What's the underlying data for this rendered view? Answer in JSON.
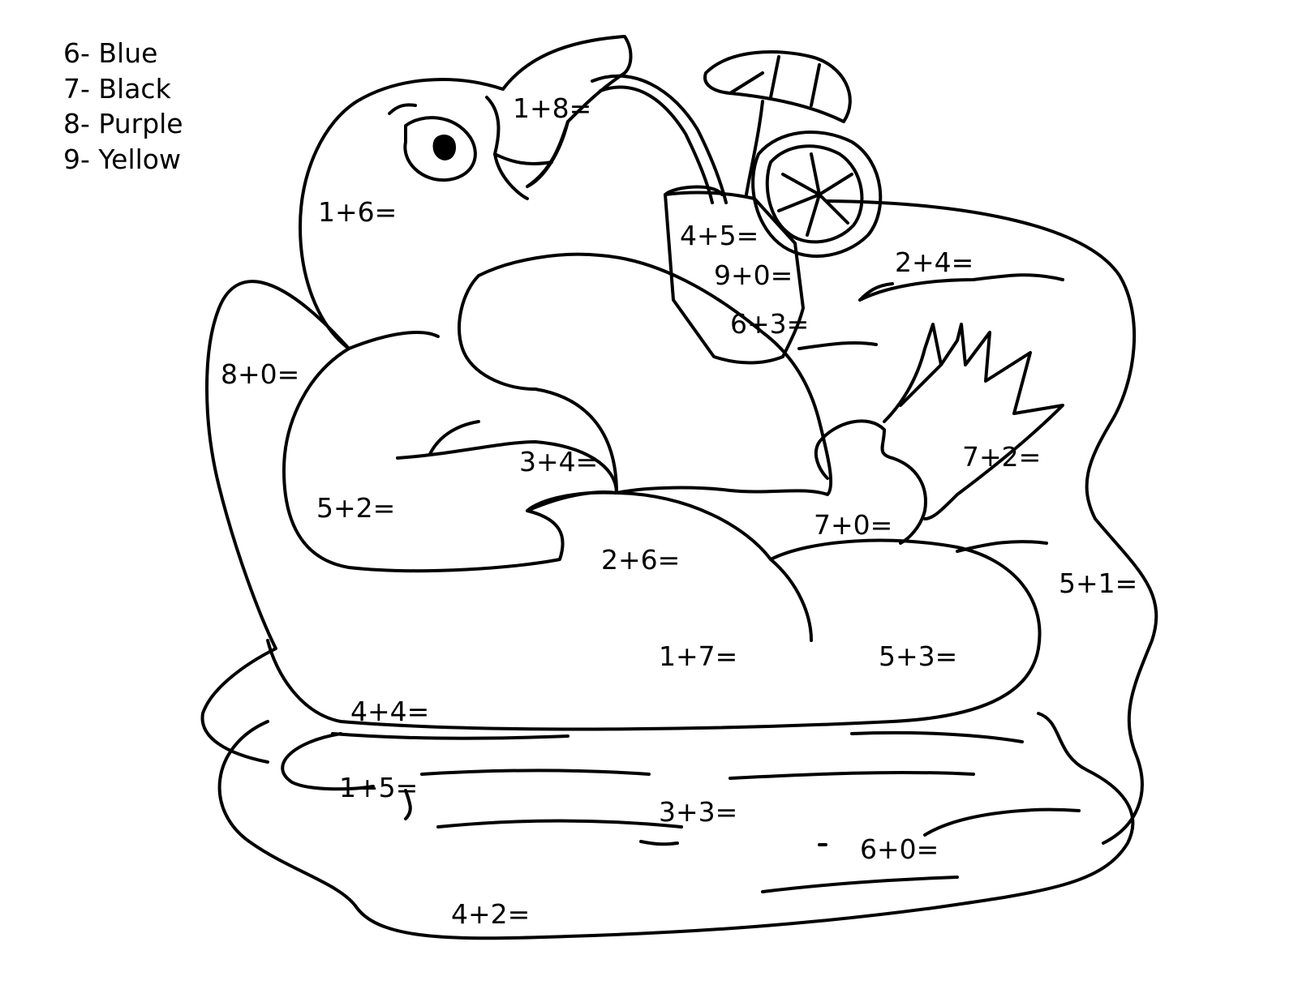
{
  "legend": [
    {
      "number": "6",
      "label": "6- Blue"
    },
    {
      "number": "7",
      "label": "7- Black"
    },
    {
      "number": "8",
      "label": "8- Purple"
    },
    {
      "number": "9",
      "label": "9- Yellow"
    }
  ],
  "equations": {
    "beak": "1+8=",
    "head": "1+6=",
    "drink_top": "4+5=",
    "drink_mid": "9+0=",
    "drink_bottom": "6+3=",
    "chair_back_right": "2+4=",
    "chair_back_left": "8+0=",
    "wing_upper": "3+4=",
    "wing_lower": "5+2=",
    "tail": "7+2=",
    "foot": "7+0=",
    "armrest_left": "2+6=",
    "chair_side_right": "5+1=",
    "cushion_left": "1+7=",
    "cushion_right": "5+3=",
    "chair_base": "4+4=",
    "water_left": "1+5=",
    "water_center": "3+3=",
    "water_right": "6+0=",
    "water_bottom": "4+2="
  }
}
